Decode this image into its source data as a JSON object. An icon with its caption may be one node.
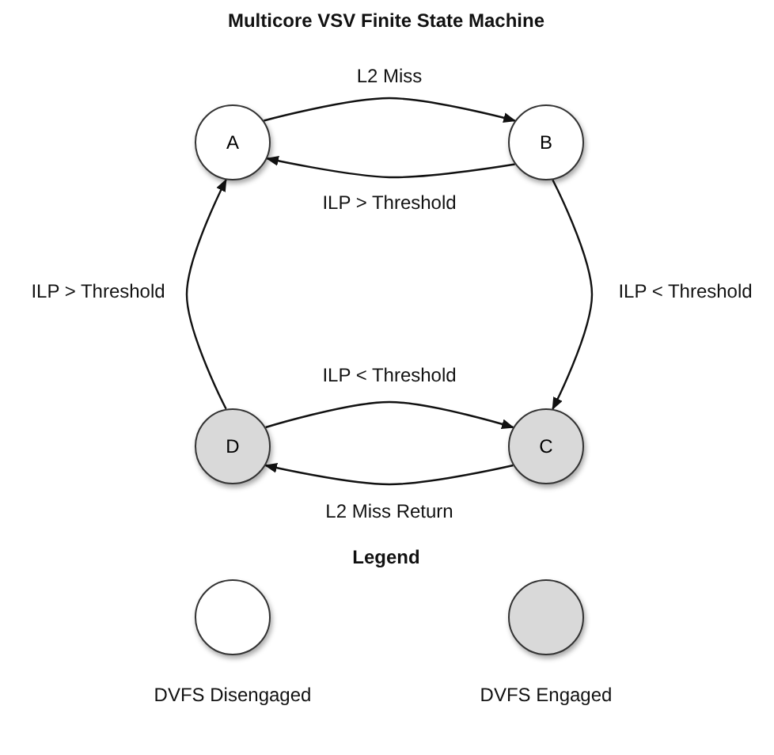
{
  "diagram": {
    "title": "Multicore VSV Finite State Machine",
    "nodes": [
      {
        "text": [
          "A"
        ]
      },
      {
        "text": [
          "B"
        ]
      },
      {
        "text": [
          "D"
        ]
      },
      {
        "text": [
          "C"
        ]
      }
    ],
    "edges": [
      {
        "from": 0,
        "to": 1,
        "arrow": "to",
        "label": "L2 Miss"
      },
      {
        "from": 1,
        "to": 0,
        "arrow": "to",
        "label": "ILP > Threshold"
      },
      {
        "from": 2,
        "to": 0,
        "arrow": "to",
        "label": "ILP > Threshold"
      },
      {
        "from": 1,
        "to": 3,
        "arrow": "to",
        "label": "ILP < Threshold"
      },
      {
        "from": 2,
        "to": 3,
        "arrow": "to",
        "label": "ILP < Threshold"
      },
      {
        "from": 3,
        "to": 2,
        "arrow": "to",
        "label": "L2 Miss Return"
      }
    ],
    "labels": [
      "Legend"
    ],
    "legend": [
      {
        "text": "DVFS Disengaged",
        "color": "#ffffff"
      },
      {
        "text": "DVFS Engaged",
        "color": "#d9d9d9"
      }
    ]
  }
}
